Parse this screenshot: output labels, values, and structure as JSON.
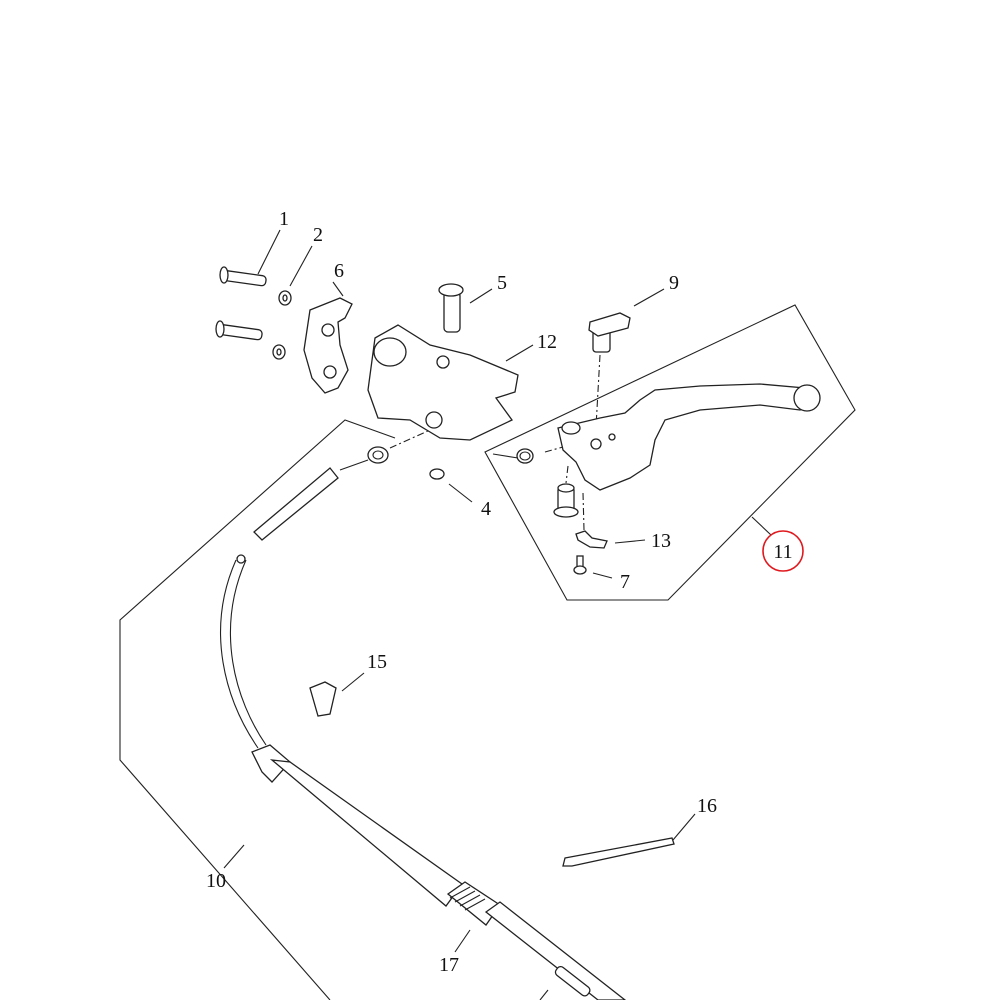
{
  "diagram": {
    "callouts": {
      "p1": "1",
      "p2": "2",
      "p4": "4",
      "p5": "5",
      "p6": "6",
      "p7": "7",
      "p9": "9",
      "p10": "10",
      "p11": "11",
      "p12": "12",
      "p13": "13",
      "p15": "15",
      "p16": "16",
      "p17": "17"
    },
    "highlight_color": "#e0191e"
  }
}
